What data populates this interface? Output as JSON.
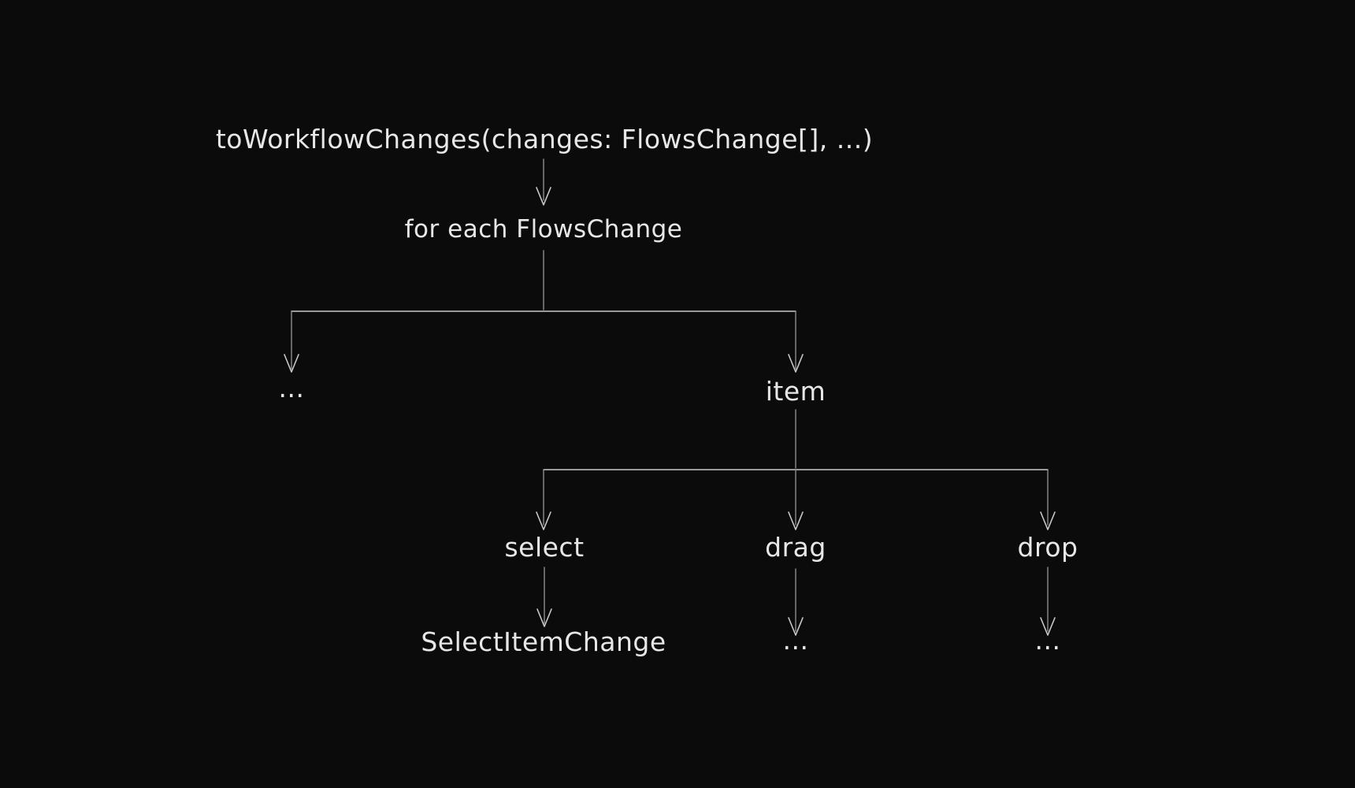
{
  "colors": {
    "background": "#0b0b0b",
    "text": "#e7e7e7",
    "line-dim": "#8d8d8d",
    "line-bright": "#c9c9c9"
  },
  "nodes": {
    "title": "toWorkflowChanges(changes: FlowsChange[], ...)",
    "loop": "for each FlowsChange",
    "other_branch": "...",
    "item": "item",
    "select": "select",
    "drag": "drag",
    "drop": "drop",
    "select_result": "SelectItemChange",
    "drag_result": "...",
    "drop_result": "..."
  }
}
